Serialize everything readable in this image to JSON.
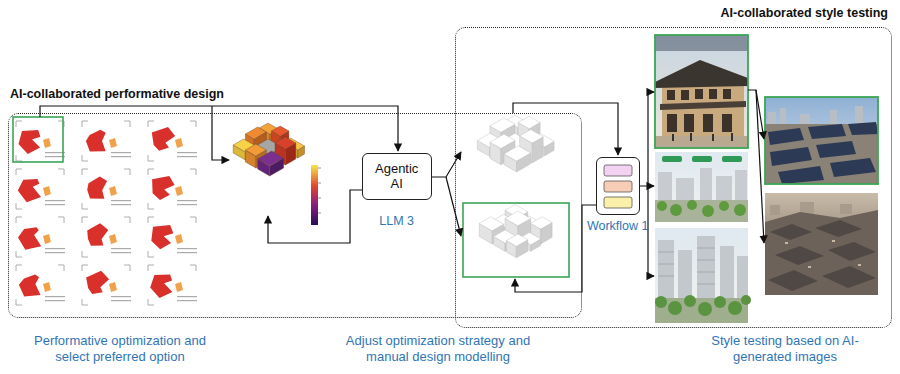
{
  "diagram": {
    "nodes": [
      {
        "text": [
          "AI-collaborated performative design"
        ]
      },
      {
        "text": [
          "AI-collaborated style testing"
        ]
      },
      {
        "text": [
          "Agentic AI",
          "LLM 3"
        ],
        "in": 0
      },
      {
        "text": [
          "Workflow 1"
        ],
        "in": 1
      }
    ],
    "labels": [
      "Performative optimization and select preferred option",
      "Adjust optimization strategy and manual design modelling",
      "Style testing based on AI-generated images"
    ]
  }
}
